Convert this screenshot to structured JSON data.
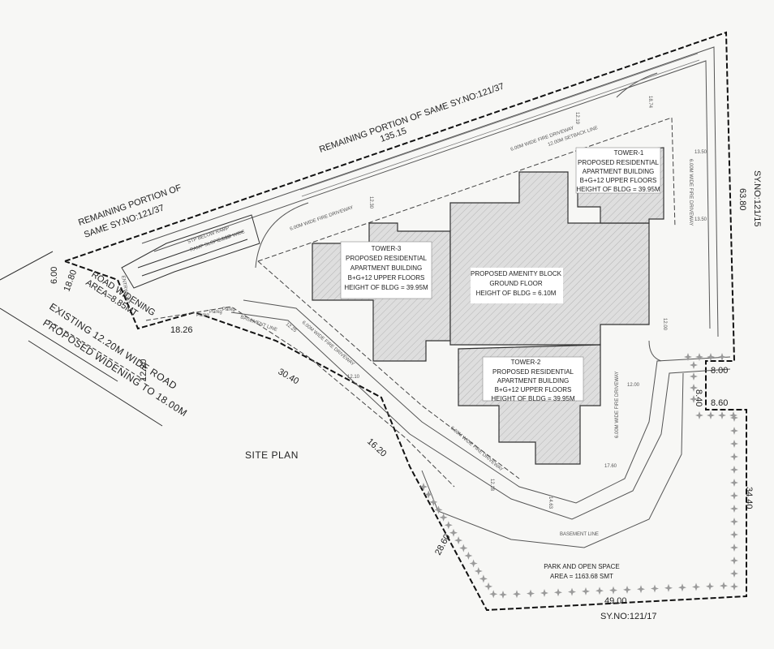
{
  "title": "SITE PLAN",
  "boundary_labels": {
    "north_remaining": "REMAINING PORTION OF SAME SY.NO:121/37",
    "west_remaining_1": "REMAINING PORTION OF",
    "west_remaining_2": "SAME SY.NO:121/37",
    "east_survey": "SY.NO:121/15",
    "south_survey": "SY.NO:121/17"
  },
  "road": {
    "existing": "EXISTING 12.20M WIDE ROAD",
    "proposed": "PROPOSED WIDENING TO 18.00M",
    "widening_area_1": "ROAD WIDENING",
    "widening_area_2": "AREA=8.85MT",
    "dim_1": "6.00",
    "dim_2": "18.80",
    "dim_3": "12.20"
  },
  "dimensions": {
    "north": "135.15",
    "east": "63.80",
    "east_step_1": "8.00",
    "east_step_2": "8.40",
    "east_step_3": "8.60",
    "east_lower": "34.40",
    "south": "49.00",
    "southwest": "28.60",
    "west_1": "18.26",
    "west_2": "30.40",
    "west_3": "16.20",
    "setback_1": "12.30",
    "setback_2": "12.10",
    "setback_3": "12.00",
    "setback_4": "17.60",
    "setback_5": "12.18",
    "setback_6": "14.63",
    "setback_7": "13.50",
    "setback_8": "13.50",
    "setback_9": "18.74",
    "setback_10": "12.19",
    "setback_11": "12.00",
    "setback_12": "12.25"
  },
  "small_labels": {
    "driveway_1": "6.00M WIDE FIRE DRIVEWAY",
    "driveway_2": "6.00M WIDE FIRE DRIVEWAY",
    "driveway_3": "6.00M WIDE FIRE DRIVEWAY",
    "driveway_4": "6.00M WIDE FIRE DRIVEWAY",
    "driveway_5": "6.00M WIDE FIRE DRIVEWAY",
    "driveway_6": "6.00M WIDE FIRE DRIVEWAY",
    "setback_line": "12.00M SETBACK LINE",
    "basement_1": "BASEMENT LINE",
    "basement_2": "BASEMENT LINE",
    "ramp_1": "STP BELOW RAMP",
    "ramp_2": "RAMP SLOPE 1:10",
    "ramp_3": "6.00M WIDE",
    "entry": "ENTRY/EXIT",
    "parking": "Parkg"
  },
  "tower_1": {
    "name": "TOWER-1",
    "line_1": "PROPOSED RESIDENTIAL",
    "line_2": "APARTMENT BUILDING",
    "line_3": "B+G+12 UPPER FLOORS",
    "line_4": "HEIGHT OF BLDG = 39.95M"
  },
  "tower_2": {
    "name": "TOWER-2",
    "line_1": "PROPOSED RESIDENTIAL",
    "line_2": "APARTMENT BUILDING",
    "line_3": "B+G+12 UPPER FLOORS",
    "line_4": "HEIGHT OF BLDG = 39.95M"
  },
  "tower_3": {
    "name": "TOWER-3",
    "line_1": "PROPOSED RESIDENTIAL",
    "line_2": "APARTMENT BUILDING",
    "line_3": "B+G+12 UPPER FLOORS",
    "line_4": "HEIGHT OF BLDG = 39.95M"
  },
  "amenity": {
    "line_1": "PROPOSED AMENITY BLOCK",
    "line_2": "GROUND FLOOR",
    "line_3": "HEIGHT OF BLDG = 6.10M"
  },
  "park": {
    "line_1": "PARK AND OPEN SPACE",
    "line_2": "AREA = 1163.68 SMT"
  },
  "colors": {
    "background": "#f7f7f5",
    "ink": "#222222",
    "building_fill": "#dcdcdc",
    "tree": "#9a9a9a"
  }
}
